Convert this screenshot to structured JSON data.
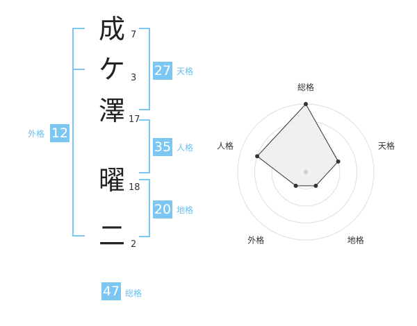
{
  "name": {
    "chars": [
      {
        "char": "成",
        "strokes": "7"
      },
      {
        "char": "ケ",
        "strokes": "3"
      },
      {
        "char": "澤",
        "strokes": "17"
      },
      {
        "char": "曜",
        "strokes": "18"
      },
      {
        "char": "二",
        "strokes": "2"
      }
    ]
  },
  "fortune": {
    "tenkaku": {
      "value": "27",
      "label": "天格"
    },
    "jinkaku": {
      "value": "35",
      "label": "人格"
    },
    "chikaku": {
      "value": "20",
      "label": "地格"
    },
    "gaikaku": {
      "value": "12",
      "label": "外格"
    },
    "soukaku": {
      "value": "47",
      "label": "総格"
    }
  },
  "colors": {
    "accent": "#7cc7f2",
    "label": "#6bbfee",
    "text": "#222222"
  },
  "chart_data": {
    "type": "radar",
    "axes": [
      "総格",
      "天格",
      "地格",
      "外格",
      "人格"
    ],
    "values": [
      4,
      2,
      1,
      1,
      3
    ],
    "max": 4,
    "rings": 4
  }
}
